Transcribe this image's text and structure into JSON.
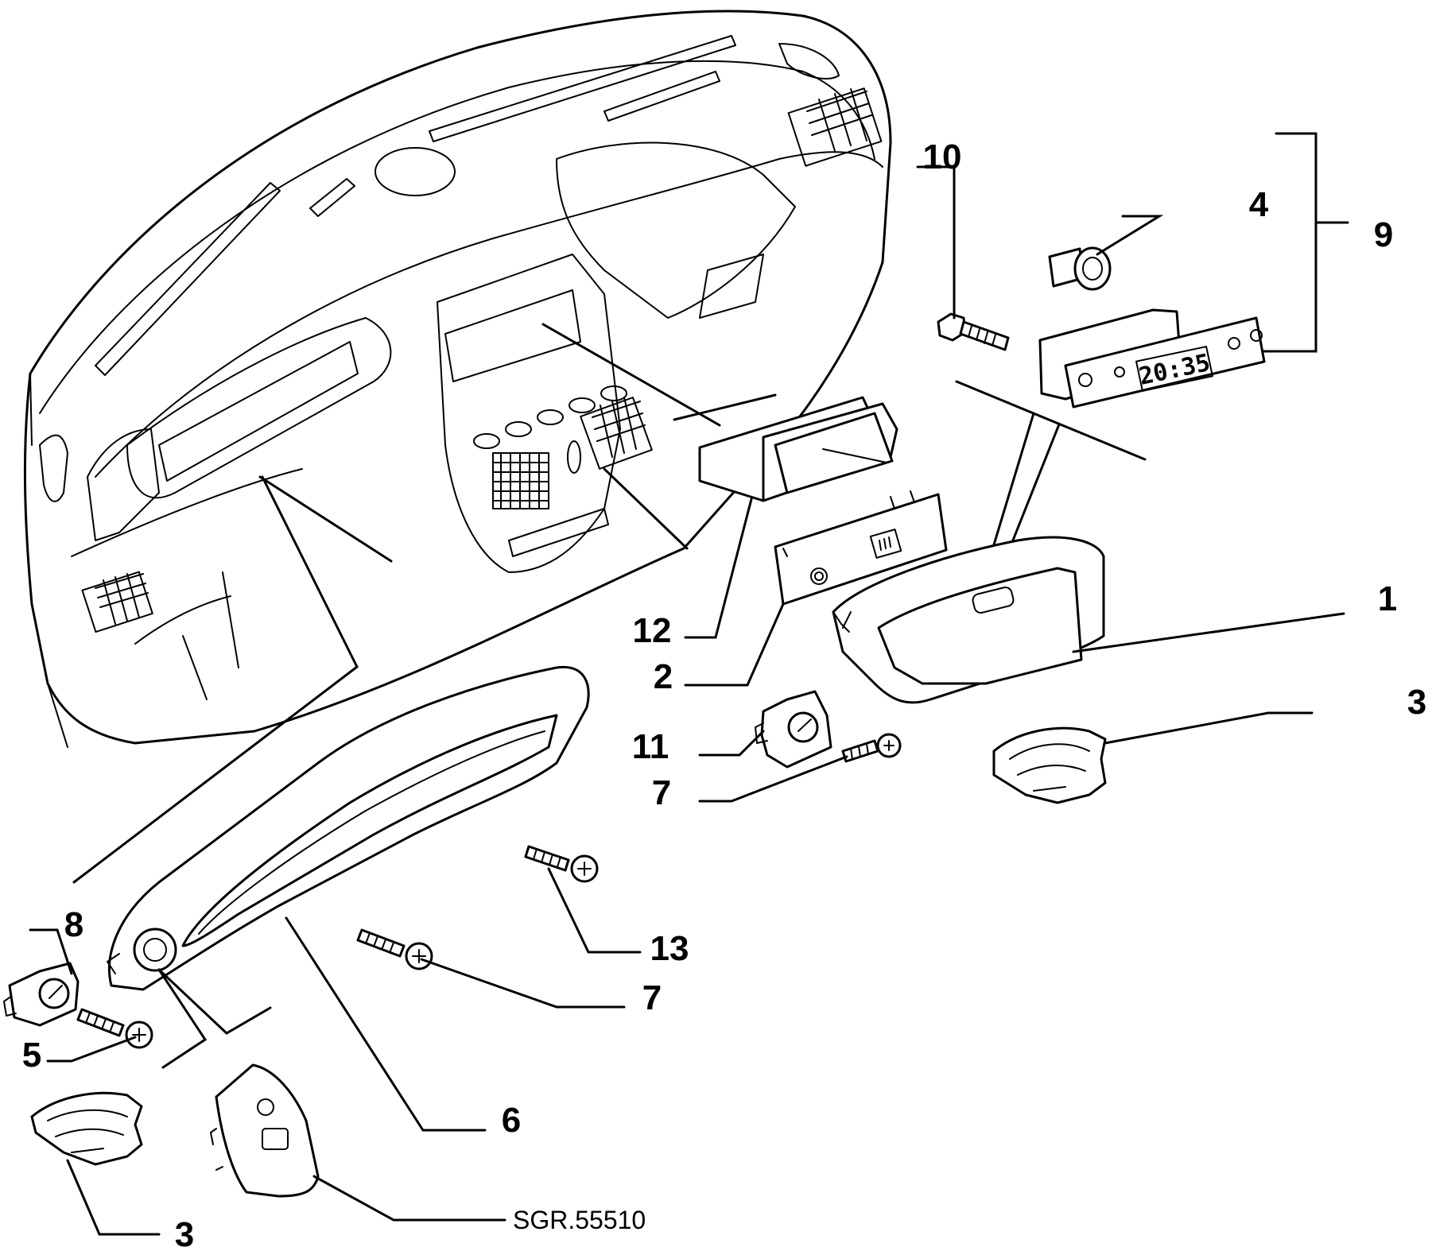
{
  "diagram": {
    "reference_code": "SGR.55510",
    "clock_display": "20:35",
    "callouts": {
      "c1": "1",
      "c2": "2",
      "c3_right": "3",
      "c3_bottom": "3",
      "c4": "4",
      "c5": "5",
      "c6": "6",
      "c7_mid": "7",
      "c7_low": "7",
      "c8": "8",
      "c9": "9",
      "c10": "10",
      "c11": "11",
      "c12": "12",
      "c13": "13"
    }
  }
}
